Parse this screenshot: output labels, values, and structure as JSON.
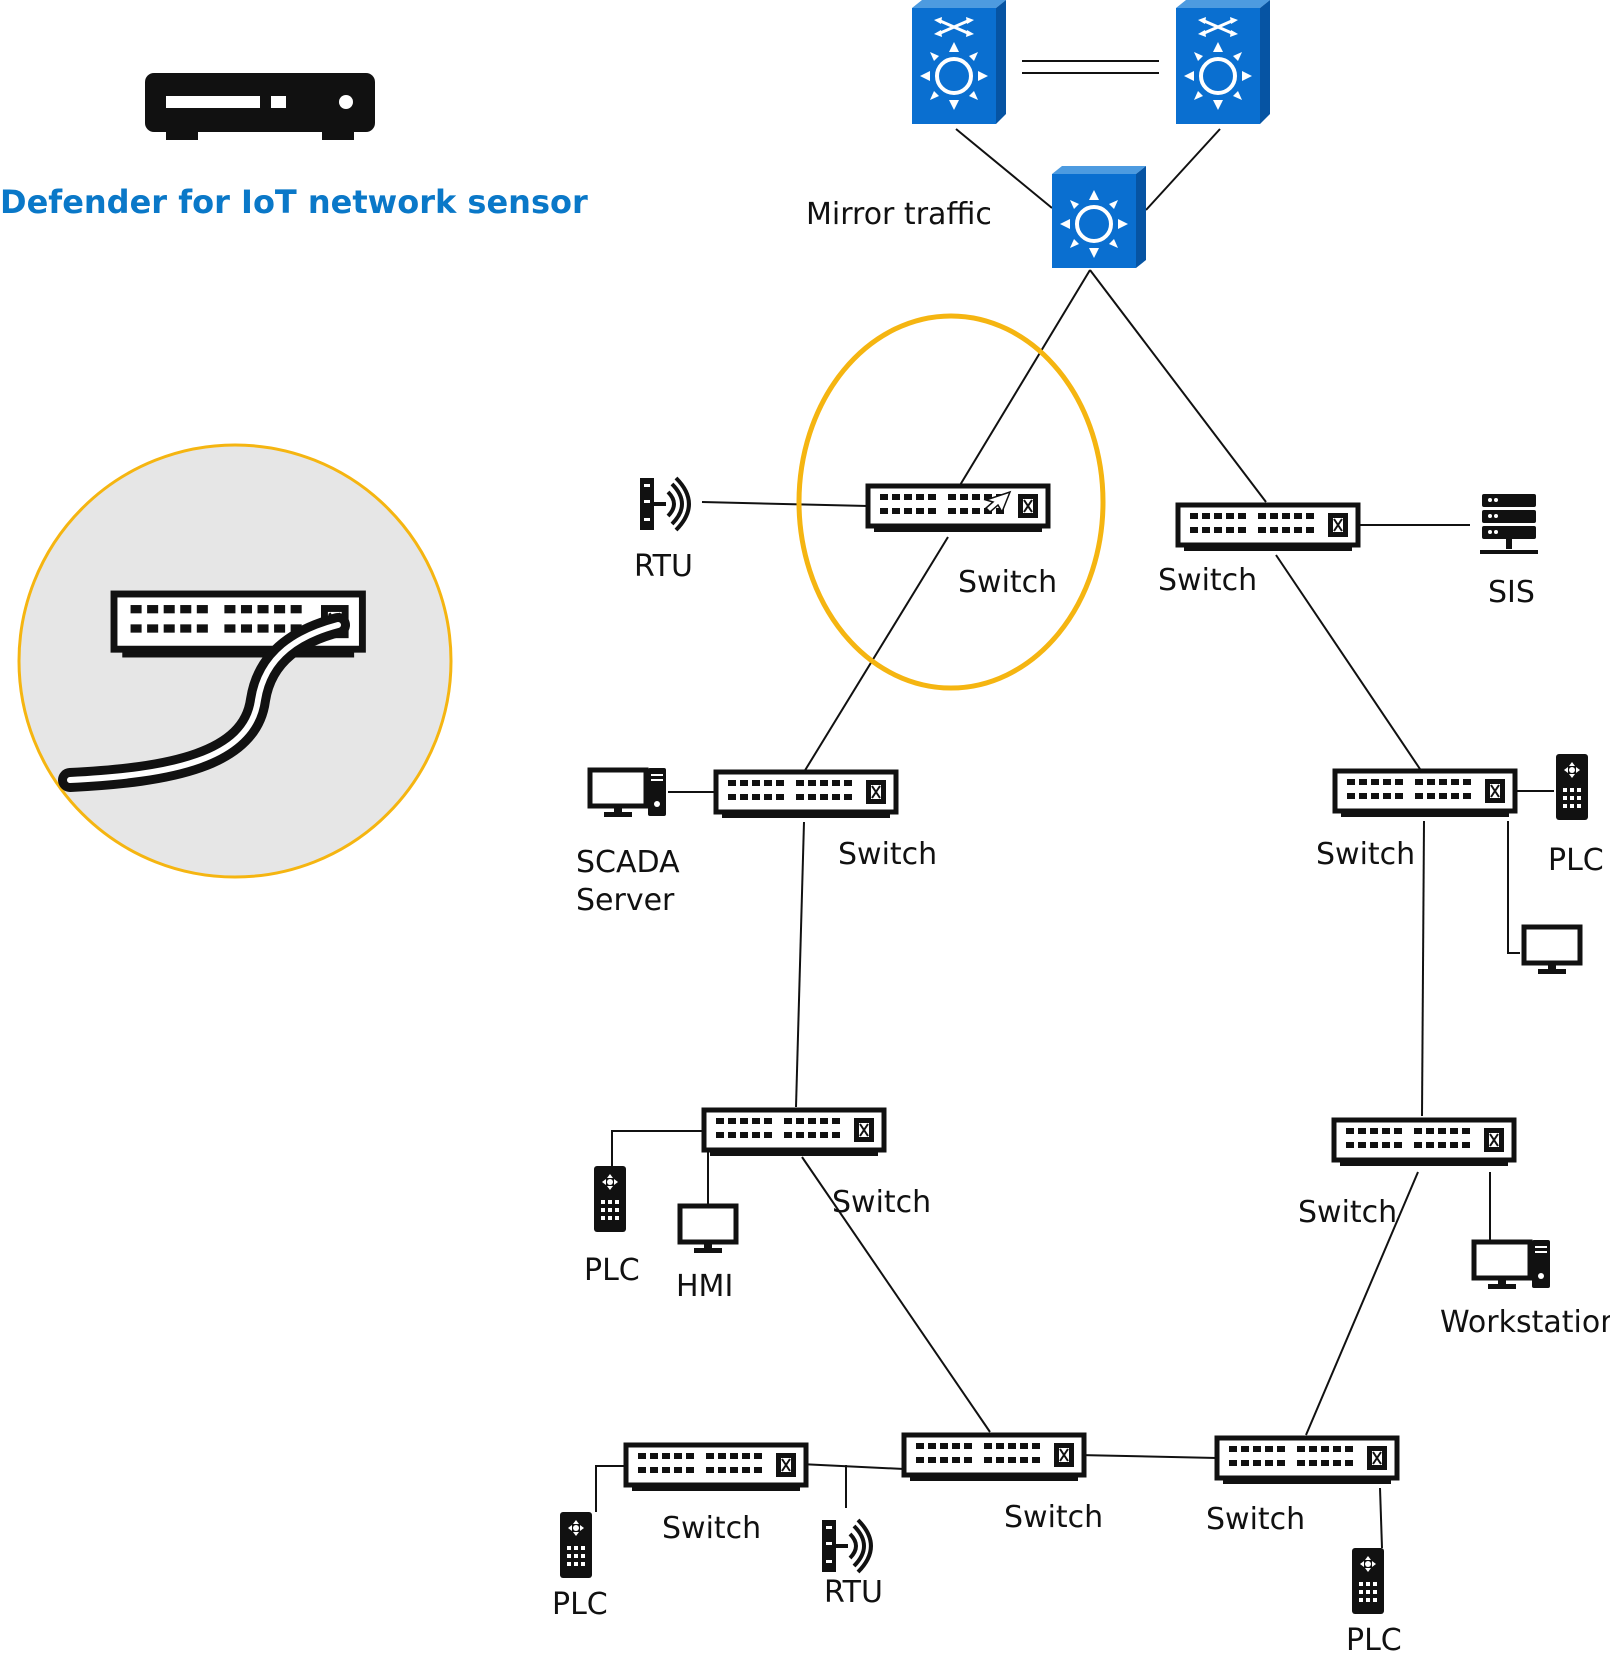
{
  "sensor": {
    "title": "Defender for IoT network sensor",
    "icon": "network-sensor-icon",
    "title_color": "#0a78c8"
  },
  "colors": {
    "core_switch_fill": "#0a6fd0",
    "core_switch_dark": "#0654a3",
    "highlight_ring": "#f5b511",
    "zoom_circle_fill": "#e6e6e6",
    "line": "#111111"
  },
  "labels": {
    "mirror": "Mirror traffic",
    "switch_mirrored": "Switch",
    "switch_right_top": "Switch",
    "switch_left_2": "Switch",
    "switch_right_2": "Switch",
    "switch_left_3": "Switch",
    "switch_right_3": "Switch",
    "switch_bottom_left": "Switch",
    "switch_bottom_mid": "Switch",
    "switch_bottom_right": "Switch",
    "rtu_top": "RTU",
    "sis": "SIS",
    "scada_line1": "SCADA",
    "scada_line2": "Server",
    "plc_right": "PLC",
    "plc_left": "PLC",
    "hmi": "HMI",
    "workstation": "Workstation",
    "plc_bottom_left": "PLC",
    "rtu_bottom": "RTU",
    "plc_bottom_right": "PLC"
  },
  "icons": {
    "core": "core-switch-icon",
    "switch": "switch-icon",
    "rtu": "rtu-icon",
    "plc": "plc-icon",
    "monitor": "monitor-icon",
    "computer": "computer-icon",
    "server": "server-icon"
  }
}
